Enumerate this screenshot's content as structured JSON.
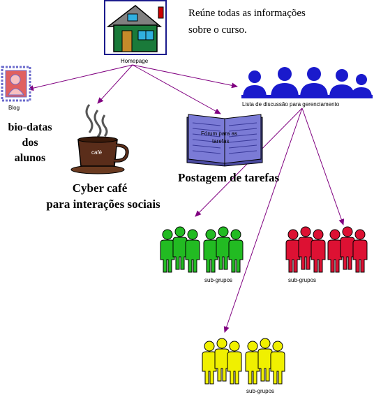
{
  "nodes": {
    "homepage": {
      "label": "Homepage",
      "note_line1": "Reúne todas as informações",
      "note_line2": "sobre o curso."
    },
    "blog": {
      "label": "Blog",
      "caption_line1": "bio-datas",
      "caption_line2": "dos",
      "caption_line3": "alunos"
    },
    "cafe": {
      "cup_label": "café",
      "caption_line1": "Cyber café",
      "caption_line2": "para interações sociais"
    },
    "forum": {
      "book_line1": "Fórum para as",
      "book_line2": "tarefas",
      "caption": "Postagem de tarefas"
    },
    "mailing_list": {
      "label": "Lista de discussão para gerenciamento"
    },
    "subgroup_green": {
      "label": "sub-grupos"
    },
    "subgroup_red": {
      "label": "sub-grupos"
    },
    "subgroup_yellow": {
      "label": "sub-grupos"
    }
  },
  "colors": {
    "arrow": "#800080",
    "house_roof": "#808080",
    "house_wall": "#1a7a3a",
    "house_chimney": "#cc0000",
    "stamp": "#e06060",
    "stamp_frame": "#6b6bcc",
    "cup": "#5a2d1a",
    "book": "#7b7bd6",
    "people_blue": "#1a1acc",
    "group_green": "#22bb22",
    "group_red": "#dd1133",
    "group_yellow": "#f0f000"
  }
}
